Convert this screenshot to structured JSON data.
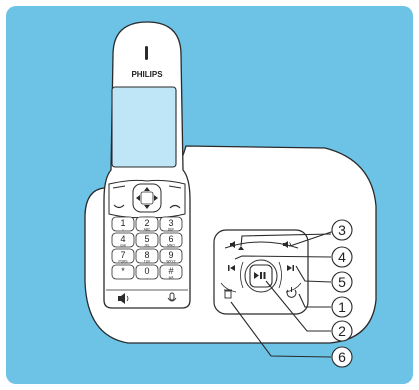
{
  "brand": "PHILIPS",
  "keys": [
    {
      "digit": "1",
      "sub": "⌂"
    },
    {
      "digit": "2",
      "sub": "ABC"
    },
    {
      "digit": "3",
      "sub": "DEF"
    },
    {
      "digit": "4",
      "sub": "GHI"
    },
    {
      "digit": "5",
      "sub": "JKL"
    },
    {
      "digit": "6",
      "sub": "MNO"
    },
    {
      "digit": "7",
      "sub": "PQRS"
    },
    {
      "digit": "8",
      "sub": "TUV"
    },
    {
      "digit": "9",
      "sub": "WXYZ"
    },
    {
      "digit": "*",
      "sub": ""
    },
    {
      "digit": "0",
      "sub": "␣"
    },
    {
      "digit": "#",
      "sub": "a/A"
    }
  ],
  "callouts": [
    "1",
    "2",
    "3",
    "4",
    "5",
    "6"
  ],
  "colors": {
    "background": "#6cc3e6",
    "frame": "#ffffff",
    "outline": "#2a2a2a",
    "screen": "#bfe6f6",
    "callout_fill": "#ffffff"
  },
  "icons": {
    "volume_down": "speaker-down-icon",
    "volume_up": "speaker-up-icon",
    "skip_back": "skip-back-icon",
    "skip_forward": "skip-forward-icon",
    "play_stop": "play-stop-icon",
    "power": "power-icon",
    "delete": "trash-icon"
  }
}
